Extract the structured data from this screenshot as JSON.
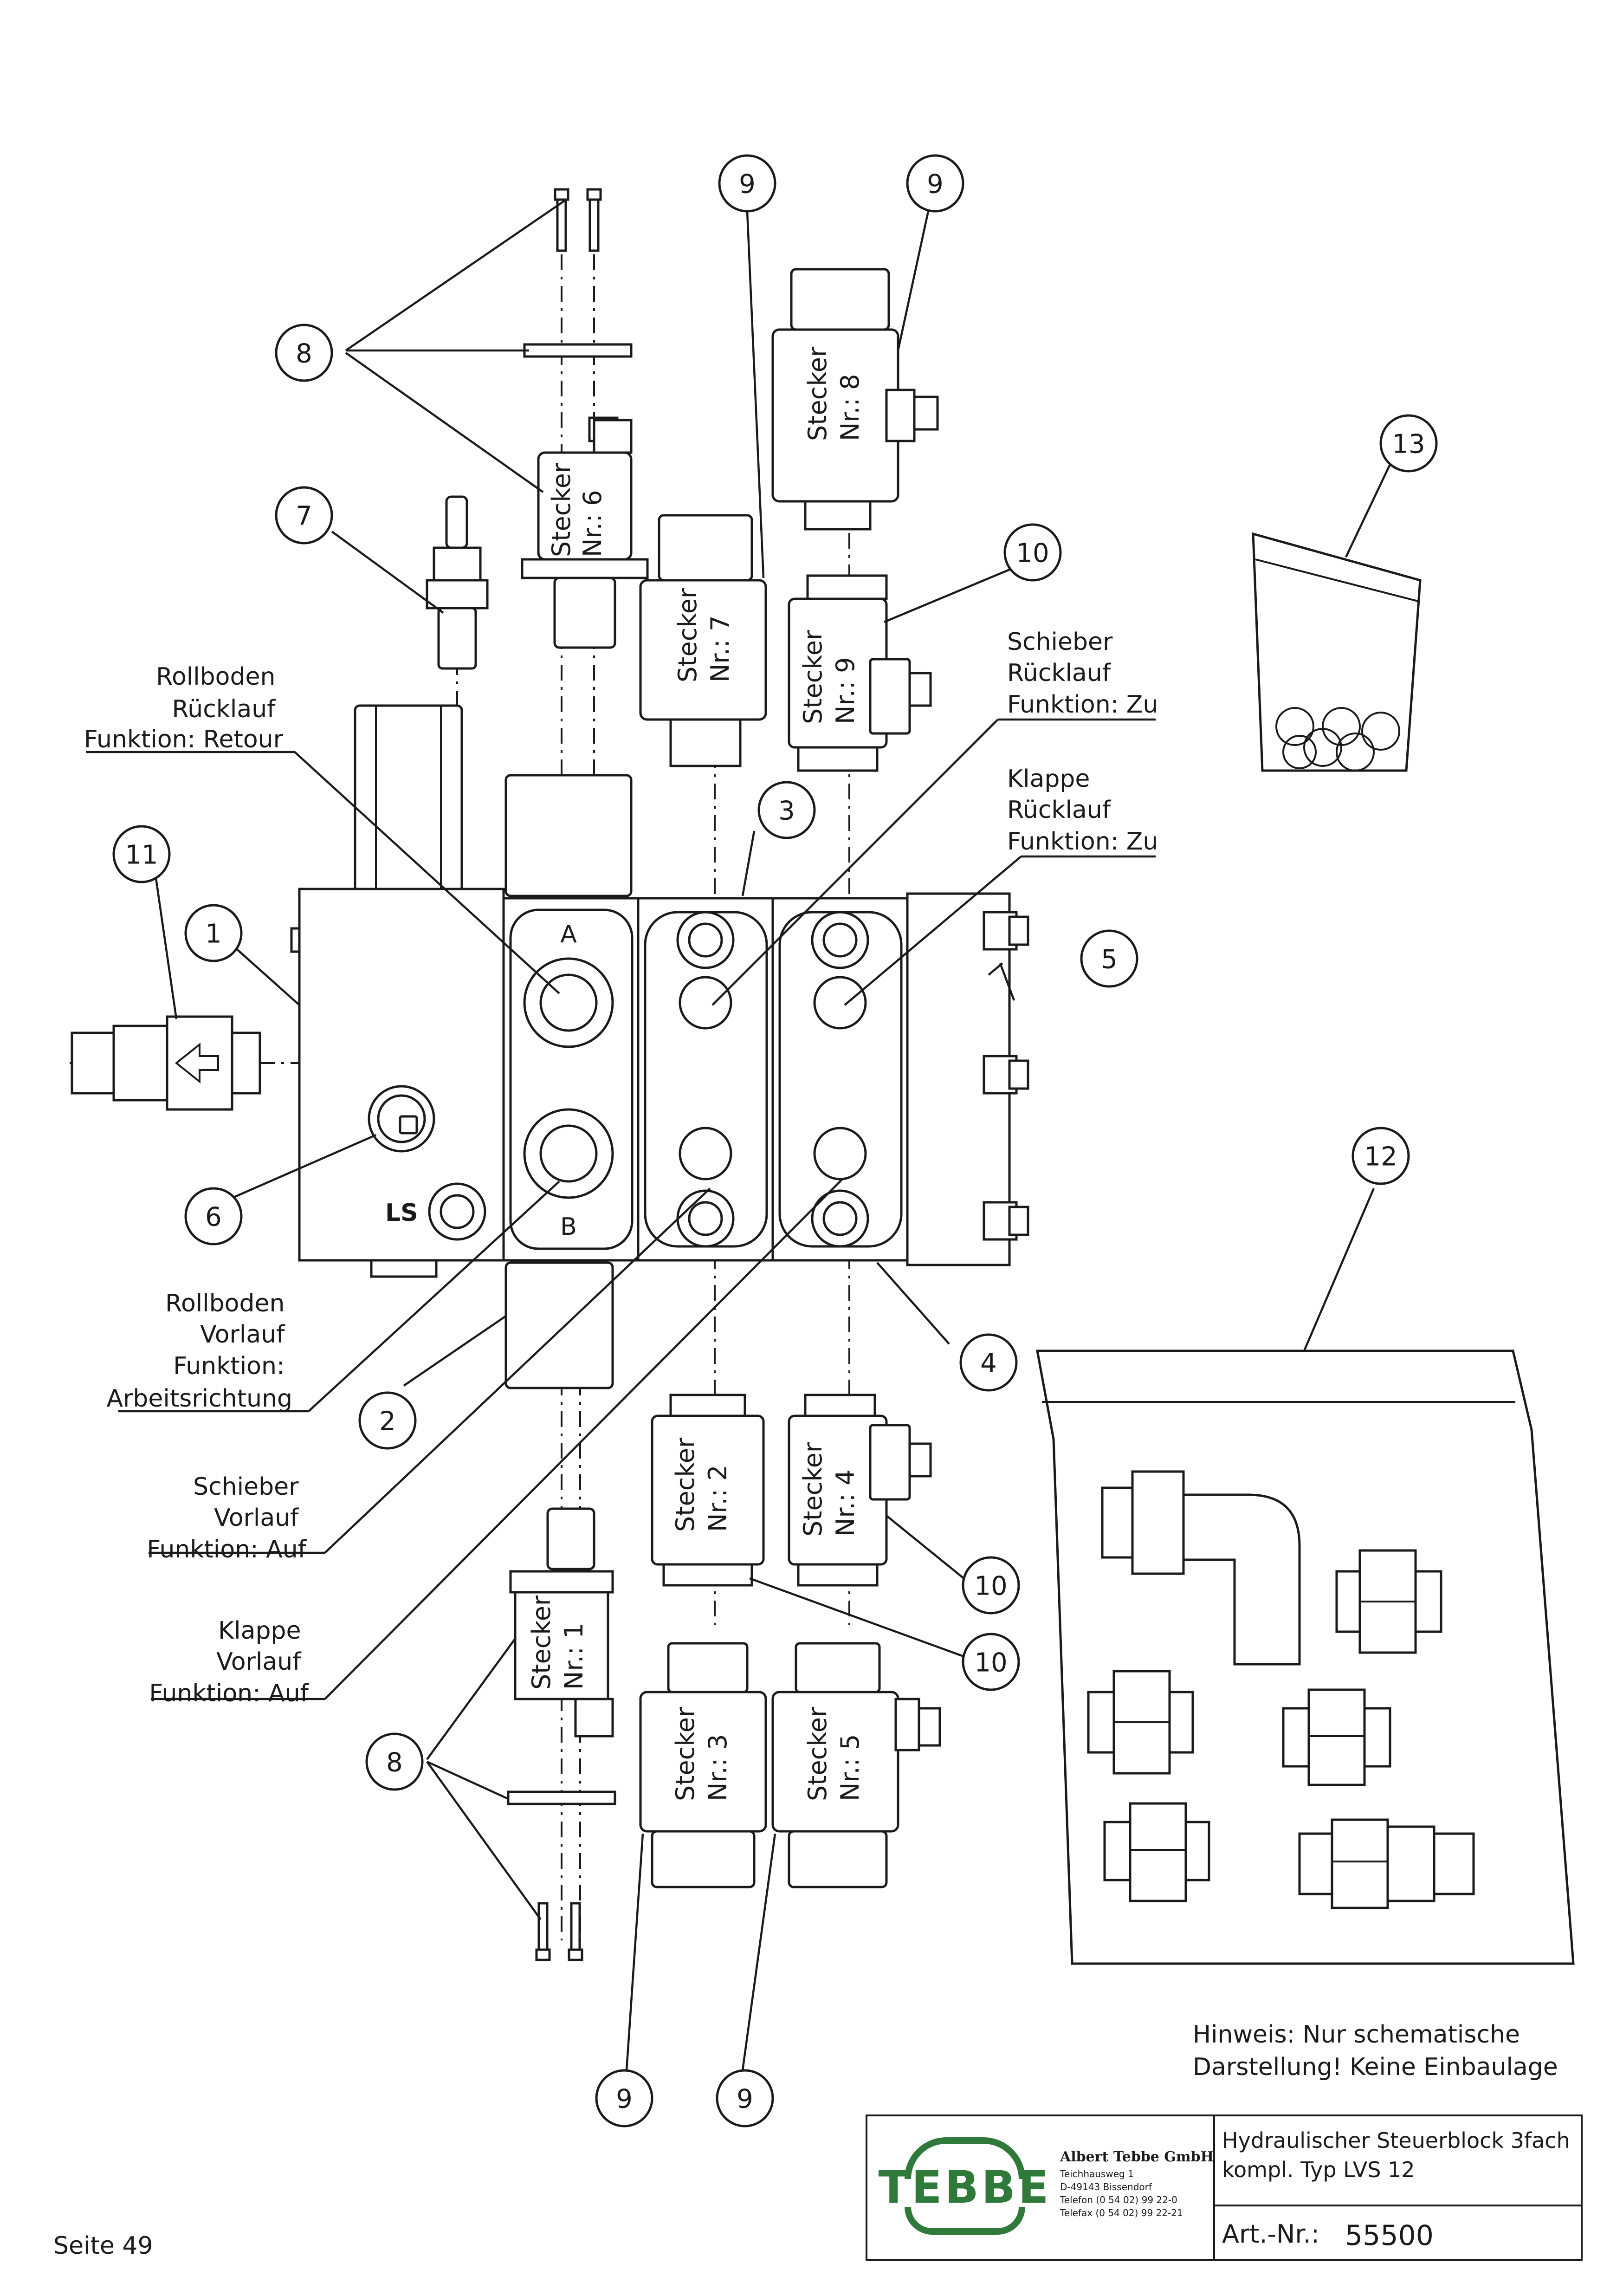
{
  "callouts": {
    "n1": "1",
    "n2": "2",
    "n3": "3",
    "n4": "4",
    "n5": "5",
    "n6": "6",
    "n7": "7",
    "n8": "8",
    "n9": "9",
    "n10": "10",
    "n11": "11",
    "n12": "12",
    "n13": "13"
  },
  "stecker": {
    "word": "Stecker",
    "nr1": "Nr.: 1",
    "nr2": "Nr.: 2",
    "nr3": "Nr.: 3",
    "nr4": "Nr.: 4",
    "nr5": "Nr.: 5",
    "nr6": "Nr.: 6",
    "nr7": "Nr.: 7",
    "nr8": "Nr.: 8",
    "nr9": "Nr.: 9"
  },
  "labels": {
    "rollboden_ruecklauf": [
      "Rollboden",
      "Rücklauf",
      "Funktion: Retour"
    ],
    "rollboden_vorlauf": [
      "Rollboden",
      "Vorlauf",
      "Funktion:",
      "Arbeitsrichtung"
    ],
    "schieber_ruecklauf": [
      "Schieber",
      "Rücklauf",
      "Funktion: Zu"
    ],
    "schieber_vorlauf": [
      "Schieber",
      "Vorlauf",
      "Funktion: Auf"
    ],
    "klappe_ruecklauf": [
      "Klappe",
      "Rücklauf",
      "Funktion: Zu"
    ],
    "klappe_vorlauf": [
      "Klappe",
      "Vorlauf",
      "Funktion: Auf"
    ]
  },
  "block_marks": {
    "ls": "LS",
    "port_a": "A",
    "port_b": "B"
  },
  "note": [
    "Hinweis: Nur schematische",
    "Darstellung! Keine Einbaulage"
  ],
  "page_number": "Seite 49",
  "title_block": {
    "logo_text": "TEBBE",
    "company": "Albert Tebbe GmbH",
    "address_lines": [
      "Teichhausweg 1",
      "D-49143 Bissendorf",
      "Telefon (0 54 02) 99 22-0",
      "Telefax (0 54 02) 99 22-21"
    ],
    "title_lines": [
      "Hydraulischer Steuerblock 3fach",
      "kompl. Typ LVS 12"
    ],
    "article_label": "Art.-Nr.:",
    "article_number": "55500"
  },
  "colors": {
    "line": "#1a1a1a",
    "logo_green": "#2f7a3a",
    "logo_light": "#d6e6d2"
  }
}
